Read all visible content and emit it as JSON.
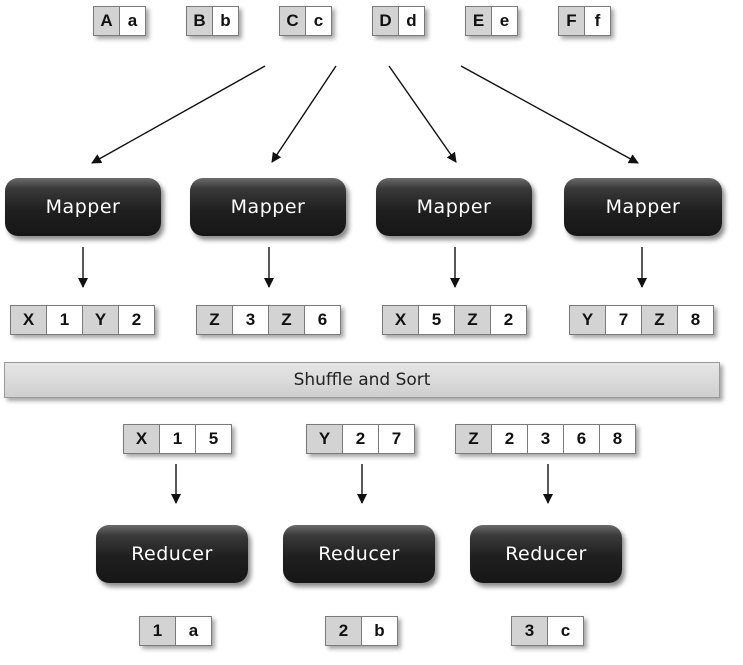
{
  "inputs": [
    [
      {
        "t": "A",
        "k": true
      },
      {
        "t": "a",
        "k": false
      }
    ],
    [
      {
        "t": "B",
        "k": true
      },
      {
        "t": "b",
        "k": false
      }
    ],
    [
      {
        "t": "C",
        "k": true
      },
      {
        "t": "c",
        "k": false
      }
    ],
    [
      {
        "t": "D",
        "k": true
      },
      {
        "t": "d",
        "k": false
      }
    ],
    [
      {
        "t": "E",
        "k": true
      },
      {
        "t": "e",
        "k": false
      }
    ],
    [
      {
        "t": "F",
        "k": true
      },
      {
        "t": "f",
        "k": false
      }
    ]
  ],
  "mapper_label": "Mapper",
  "mapper_outputs": [
    [
      {
        "t": "X",
        "k": true
      },
      {
        "t": "1",
        "k": false
      },
      {
        "t": "Y",
        "k": true
      },
      {
        "t": "2",
        "k": false
      }
    ],
    [
      {
        "t": "Z",
        "k": true
      },
      {
        "t": "3",
        "k": false
      },
      {
        "t": "Z",
        "k": true
      },
      {
        "t": "6",
        "k": false
      }
    ],
    [
      {
        "t": "X",
        "k": true
      },
      {
        "t": "5",
        "k": false
      },
      {
        "t": "Z",
        "k": true
      },
      {
        "t": "2",
        "k": false
      }
    ],
    [
      {
        "t": "Y",
        "k": true
      },
      {
        "t": "7",
        "k": false
      },
      {
        "t": "Z",
        "k": true
      },
      {
        "t": "8",
        "k": false
      }
    ]
  ],
  "shuffle_label": "Shuffle and Sort",
  "grouped": [
    [
      {
        "t": "X",
        "k": true
      },
      {
        "t": "1",
        "k": false
      },
      {
        "t": "5",
        "k": false
      }
    ],
    [
      {
        "t": "Y",
        "k": true
      },
      {
        "t": "2",
        "k": false
      },
      {
        "t": "7",
        "k": false
      }
    ],
    [
      {
        "t": "Z",
        "k": true
      },
      {
        "t": "2",
        "k": false
      },
      {
        "t": "3",
        "k": false
      },
      {
        "t": "6",
        "k": false
      },
      {
        "t": "8",
        "k": false
      }
    ]
  ],
  "reducer_label": "Reducer",
  "results": [
    [
      {
        "t": "1",
        "k": true
      },
      {
        "t": "a",
        "k": false
      }
    ],
    [
      {
        "t": "2",
        "k": true
      },
      {
        "t": "b",
        "k": false
      }
    ],
    [
      {
        "t": "3",
        "k": true
      },
      {
        "t": "c",
        "k": false
      }
    ]
  ]
}
